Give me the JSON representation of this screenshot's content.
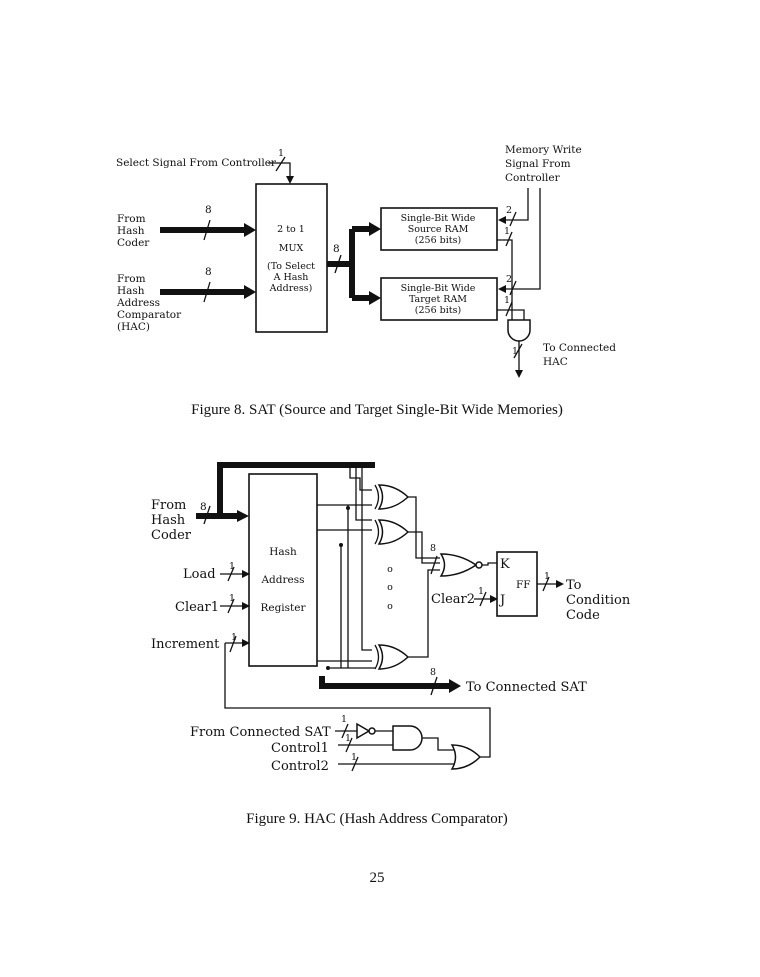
{
  "figure8": {
    "caption": "Figure 8. SAT (Source and Target Single-Bit Wide Memories)",
    "select_signal": "Select Signal From Controller",
    "select_width": "1",
    "memory_write": [
      "Memory Write",
      "Signal From",
      "Controller"
    ],
    "from_hash_coder": [
      "From",
      "Hash",
      "Coder"
    ],
    "from_hac": [
      "From",
      "Hash",
      "Address",
      "Comparator",
      "(HAC)"
    ],
    "bus_width": "8",
    "mux": [
      "2 to 1",
      "MUX",
      "(To Select",
      "A Hash",
      "Address)"
    ],
    "source_ram": [
      "Single-Bit Wide",
      "Source RAM",
      "(256 bits)"
    ],
    "target_ram": [
      "Single-Bit Wide",
      "Target RAM",
      "(256 bits)"
    ],
    "width_2": "2",
    "width_1": "1",
    "to_connected_hac": [
      "To Connected",
      "HAC"
    ]
  },
  "figure9": {
    "caption": "Figure 9. HAC (Hash Address Comparator)",
    "from_hash_coder": [
      "From",
      "Hash",
      "Coder"
    ],
    "bus_width": "8",
    "register": [
      "Hash",
      "Address",
      "Register"
    ],
    "load": "Load",
    "clear1": "Clear1",
    "increment": "Increment",
    "clear2": "Clear2",
    "ff": "FF",
    "k": "K",
    "j": "J",
    "width_1": "1",
    "to_condition_code": [
      "To",
      "Condition",
      "Code"
    ],
    "to_connected_sat": "To Connected SAT",
    "from_connected_sat": "From Connected SAT",
    "control1": "Control1",
    "control2": "Control2",
    "ellipsis_dot": "o"
  },
  "page_number": "25"
}
